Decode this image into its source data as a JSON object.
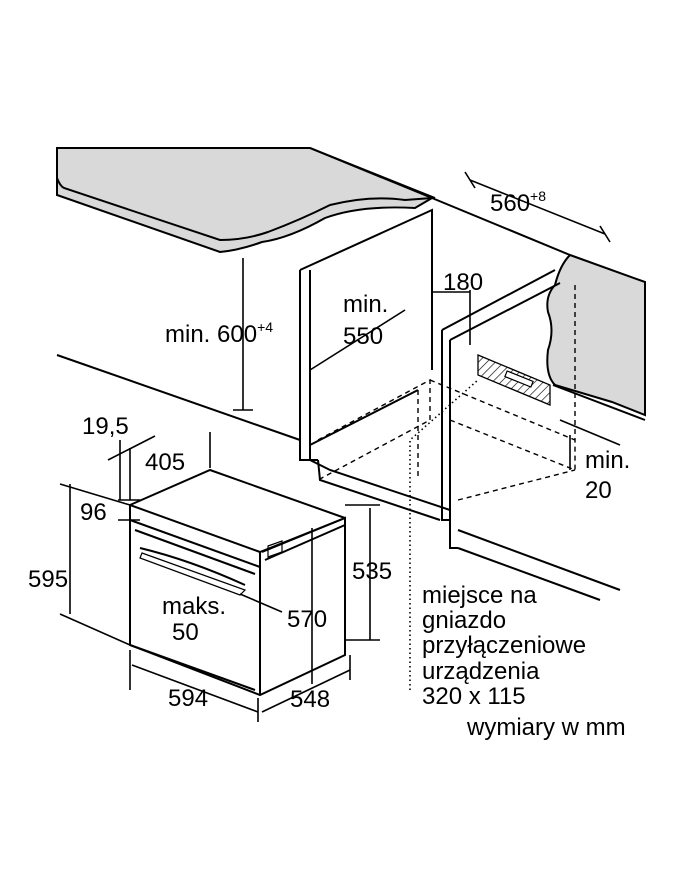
{
  "dimensions": {
    "cabinet_width": "560",
    "cabinet_width_tol": "+8",
    "cabinet_height": "min. 600",
    "cabinet_height_tol": "+4",
    "cabinet_depth_line1": "min.",
    "cabinet_depth_line2": "550",
    "vent_gap": "180",
    "side_gap_line1": "min.",
    "side_gap_line2": "20",
    "panel_thickness": "19,5",
    "door_depth": "405",
    "control_panel_height": "96",
    "oven_height": "595",
    "oven_body_height": "535",
    "oven_inner_height": "570",
    "gap_max_line1": "maks.",
    "gap_max_line2": "50",
    "oven_width": "594",
    "oven_depth": "548"
  },
  "notes": {
    "socket_line1": "miejsce na",
    "socket_line2": "gniazdo",
    "socket_line3": "przyłączeniowe",
    "socket_line4": "urządzenia",
    "socket_line5": "320 x 115",
    "units": "wymiary w mm"
  }
}
